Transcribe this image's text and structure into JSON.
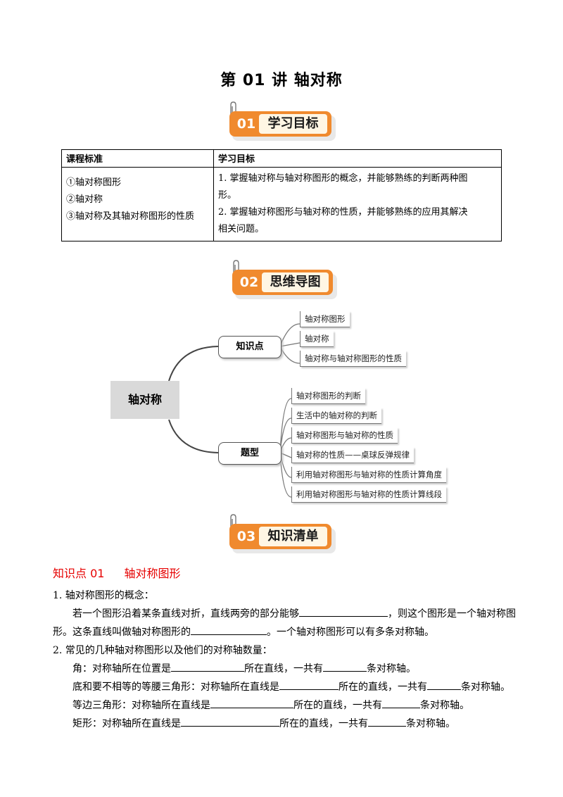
{
  "doc_title": "第 01 讲  轴对称",
  "sections": [
    {
      "num": "01",
      "label": "学习目标"
    },
    {
      "num": "02",
      "label": "思维导图"
    },
    {
      "num": "03",
      "label": "知识清单"
    }
  ],
  "table": {
    "headers": [
      "课程标准",
      "学习目标"
    ],
    "standards": [
      "①轴对称图形",
      "②轴对称",
      "③轴对称及其轴对称图形的性质"
    ],
    "goals": [
      "1. 掌握轴对称与轴对称图形的概念，并能够熟练的判断两种图",
      "形。",
      "2. 掌握轴对称图形与轴对称的性质，并能够熟练的应用其解决",
      "相关问题。"
    ]
  },
  "mindmap": {
    "center": "轴对称",
    "branches": [
      {
        "label": "知识点",
        "leaves": [
          "轴对称图形",
          "轴对称",
          "轴对称与轴对称图形的性质"
        ]
      },
      {
        "label": "题型",
        "leaves": [
          "轴对称图形的判断",
          "生活中的轴对称的判断",
          "轴对称图形与轴对称的性质",
          "轴对称的性质——桌球反弹规律",
          "利用轴对称图形与轴对称的性质计算角度",
          "利用轴对称图形与轴对称的性质计算线段"
        ]
      }
    ]
  },
  "knowledge": {
    "heading_num": "知识点 01",
    "heading_text": "轴对称图形",
    "item1_title": "1. 轴对称图形的概念：",
    "item1_line1_a": "若一个图形沿着某条直线对折，直线两旁的部分能够",
    "item1_line1_b": "，则这个图形是一个轴对称图",
    "item1_line2_a": "形。这条直线叫做轴对称图形的",
    "item1_line2_b": "。一个轴对称图形可以有多条对称轴。",
    "item2_title": "2. 常见的几种轴对称图形以及他们的对称轴数量：",
    "rows": [
      {
        "a": "角：对称轴所在位置是",
        "b": "所在直线，一共有",
        "c": "条对称轴。"
      },
      {
        "a": "底和要不相等的等腰三角形：对称轴所在直线是",
        "b": "所在的直线，一共有",
        "c": "条对称轴。"
      },
      {
        "a": "等边三角形：对称轴所在直线是",
        "b": "所在的直线，一共有",
        "c": "条对称轴。"
      },
      {
        "a": "矩形：对称轴所在直线是",
        "b": "所在的直线，一共有",
        "c": "条对称轴。"
      }
    ]
  },
  "colors": {
    "badge_orange": "#f08a2e",
    "heading_red": "#e60000",
    "center_gray": "#d9d9d9"
  }
}
